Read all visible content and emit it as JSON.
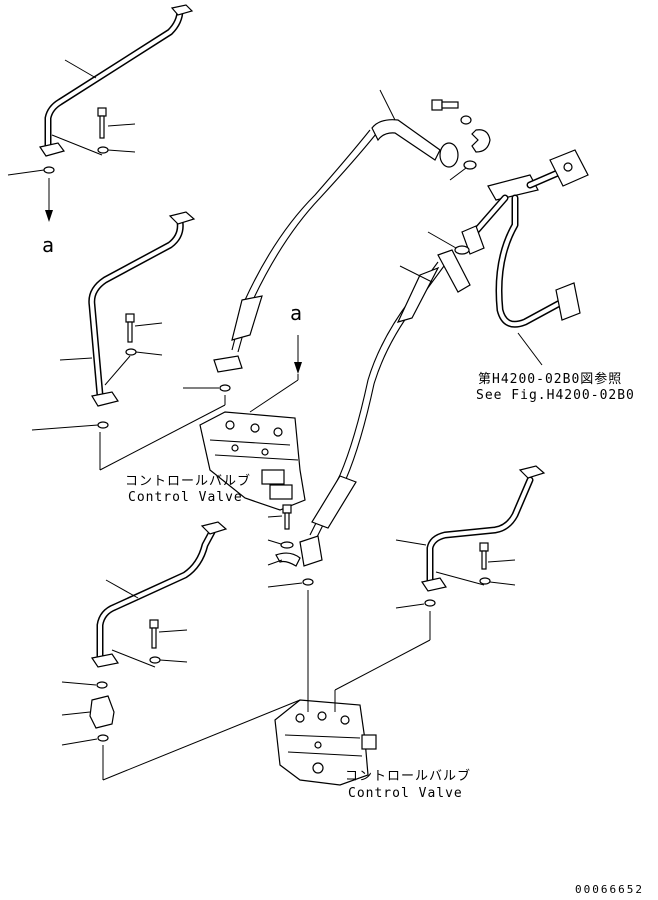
{
  "labels": {
    "ref_a_upper": "a",
    "ref_a_lower": "a",
    "control_valve_jp": "コントロールバルブ",
    "control_valve_en": "Control Valve",
    "control_valve_lower_jp": "コントロールバルブ",
    "control_valve_lower_en": "Control Valve",
    "fig_ref_jp": "第H4200-02B0図参照",
    "fig_ref_en": "See Fig.H4200-02B0",
    "doc_number": "00066652"
  }
}
